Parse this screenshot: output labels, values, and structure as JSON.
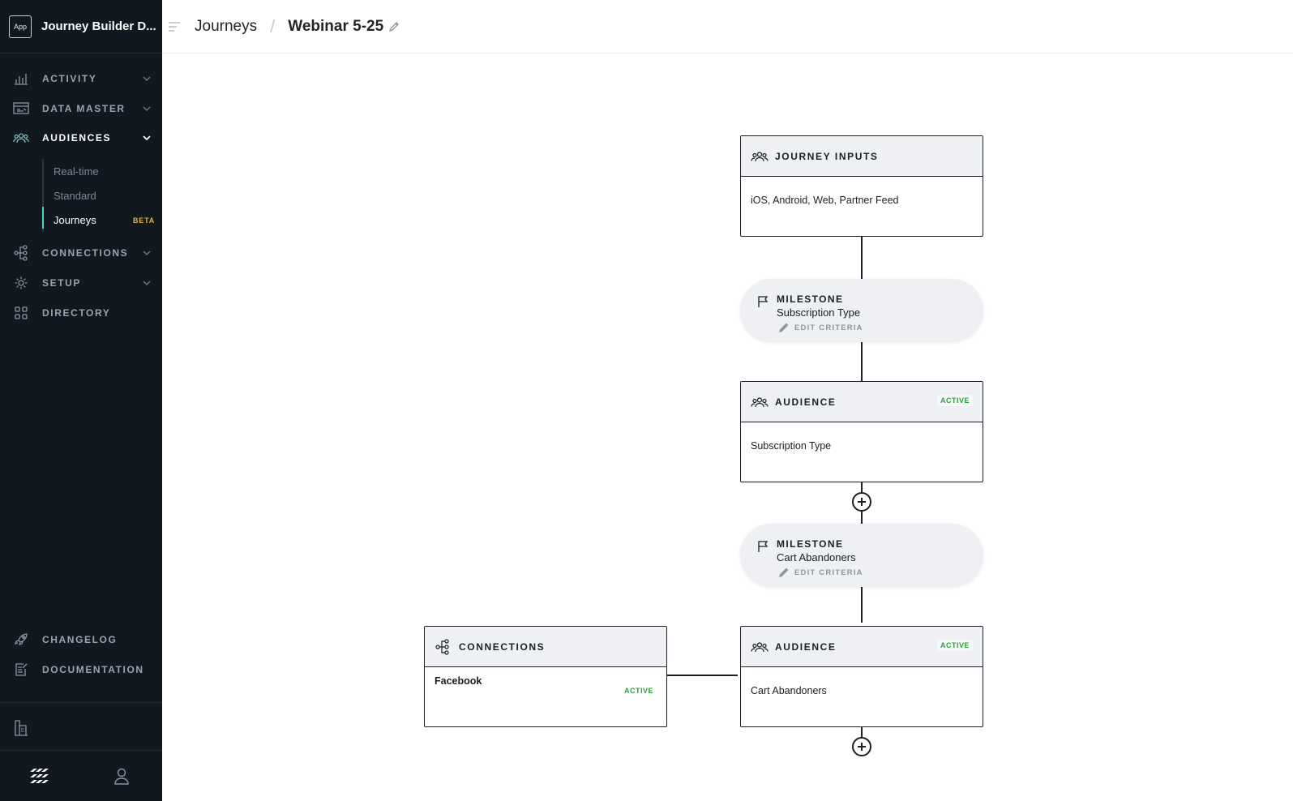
{
  "sidebar": {
    "app_badge": "App",
    "app_title": "Journey Builder D...",
    "nav": {
      "activity": "ACTIVITY",
      "data_master": "DATA MASTER",
      "audiences": "AUDIENCES",
      "connections": "CONNECTIONS",
      "setup": "SETUP",
      "directory": "DIRECTORY",
      "changelog": "CHANGELOG",
      "documentation": "DOCUMENTATION"
    },
    "audiences_sub": {
      "realtime": "Real-time",
      "standard": "Standard",
      "journeys": "Journeys",
      "journeys_badge": "BETA"
    }
  },
  "header": {
    "breadcrumb": "Journeys",
    "separator": "/",
    "title": "Webinar 5-25"
  },
  "flow": {
    "journey_inputs": {
      "title": "JOURNEY INPUTS",
      "body": "iOS, Android, Web, Partner Feed"
    },
    "milestone1": {
      "label": "MILESTONE",
      "name": "Subscription Type",
      "edit": "EDIT CRITERIA"
    },
    "audience1": {
      "title": "AUDIENCE",
      "status": "ACTIVE",
      "body": "Subscription Type"
    },
    "milestone2": {
      "label": "MILESTONE",
      "name": "Cart Abandoners",
      "edit": "EDIT CRITERIA"
    },
    "audience2": {
      "title": "AUDIENCE",
      "status": "ACTIVE",
      "body": "Cart Abandoners"
    },
    "connections": {
      "title": "CONNECTIONS",
      "destination": "Facebook",
      "status": "ACTIVE"
    }
  },
  "colors": {
    "sidebar_bg": "#111820",
    "active_accent": "#4fd1c5",
    "status_active": "#2e9d3c",
    "beta_badge": "#e2b33a"
  }
}
